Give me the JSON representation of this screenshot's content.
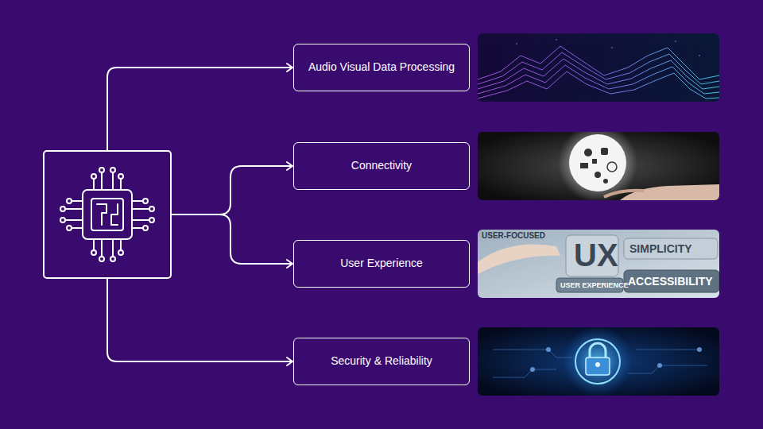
{
  "diagram": {
    "nodes": [
      {
        "text": [
          "Audio Visual Data Processing"
        ]
      },
      {
        "text": [
          "Connectivity"
        ]
      },
      {
        "text": [
          "User Experience"
        ]
      },
      {
        "text": [
          "Security & Reliability"
        ]
      }
    ],
    "labels": [
      "USER-FOCUSED",
      "UX",
      "SIMPLICITY",
      "USER EXPERIENCE",
      "ACCESSIBILITY"
    ]
  }
}
